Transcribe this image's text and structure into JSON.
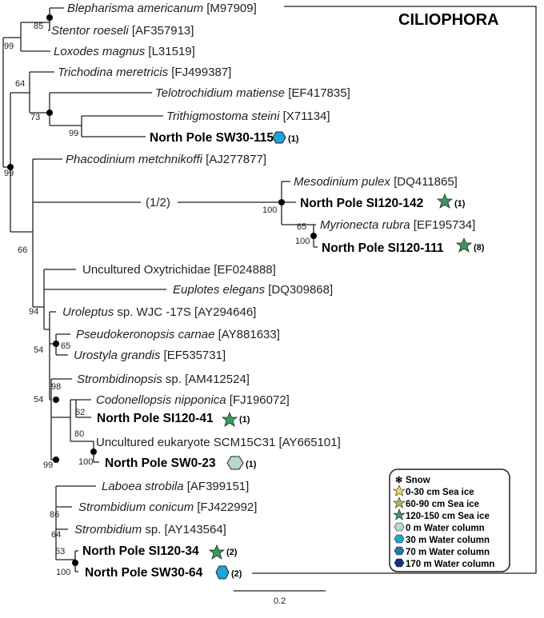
{
  "title": "CILIOPHORA",
  "scale_label": "0.2",
  "branch_break_label": "(1/2)",
  "colors": {
    "snow": "#000000",
    "ice_0_30": "#f4e04d",
    "ice_60_90": "#9fc64d",
    "ice_120_150": "#3a9a5b",
    "water_0": "#b8d8cf",
    "water_30": "#1aa7d8",
    "water_70": "#1f78b4",
    "water_170": "#1a2f7a"
  },
  "taxa": [
    {
      "genus": "Blepharisma americanum",
      "rest": " [M97909]"
    },
    {
      "genus": "Stentor roeseli",
      "rest": " [AF357913]"
    },
    {
      "genus": "Loxodes magnus",
      "rest": " [L31519]"
    },
    {
      "genus": "Trichodina meretricis",
      "rest": " [FJ499387]"
    },
    {
      "genus": "Telotrochidium matiense",
      "rest": " [EF417835]"
    },
    {
      "genus": "Trithigmostoma steini",
      "rest": " [X71134]"
    },
    {
      "bold": "North Pole SW30-115",
      "count": "(1)",
      "symbol": "water_30"
    },
    {
      "genus": "Phacodinium metchnikoffi",
      "rest": " [AJ277877]"
    },
    {
      "genus": "Mesodinium pulex",
      "rest": " [DQ411865]"
    },
    {
      "bold": "North Pole SI120-142",
      "count": "(1)",
      "symbol": "ice_120_150"
    },
    {
      "genus": "Myrionecta rubra",
      "rest": " [EF195734]"
    },
    {
      "bold": "North Pole SI120-111",
      "count": "(8)",
      "symbol": "ice_120_150"
    },
    {
      "plain": "Uncultured Oxytrichidae [EF024888]"
    },
    {
      "genus": "Euplotes elegans",
      "rest": " [DQ309868]"
    },
    {
      "genus": "Uroleptus",
      "rest": " sp. WJC -17S [AY294646]"
    },
    {
      "genus": "Pseudokeronopsis carnae",
      "rest": " [AY881633]"
    },
    {
      "genus": "Urostyla grandis",
      "rest": " [EF535731]"
    },
    {
      "genus": "Strombidinopsis",
      "rest": " sp. [AM412524]"
    },
    {
      "genus": "Codonellopsis nipponica",
      "rest": " [FJ196072]"
    },
    {
      "bold": "North Pole SI120-41",
      "count": "(1)",
      "symbol": "ice_120_150"
    },
    {
      "plain": "Uncultured eukaryote SCM15C31 [AY665101]"
    },
    {
      "bold": "North Pole SW0-23",
      "count": "(1)",
      "symbol": "water_0"
    },
    {
      "genus": "Laboea strobila",
      "rest": " [AF399151]"
    },
    {
      "genus": "Strombidium conicum",
      "rest": " [FJ422992]"
    },
    {
      "genus": "Strombidium",
      "rest": " sp. [AY143564]"
    },
    {
      "bold": "North Pole SI120-34",
      "count": "(2)",
      "symbol": "ice_120_150"
    },
    {
      "bold": "North Pole SW30-64",
      "count": "(2)",
      "symbol": "water_30"
    }
  ],
  "supports": [
    "85",
    "99",
    "64",
    "73",
    "99",
    "99",
    "66",
    "100",
    "65",
    "100",
    "94",
    "54",
    "65",
    "54",
    "98",
    "62",
    "80",
    "99",
    "100",
    "86",
    "64",
    "53",
    "100"
  ],
  "legend": [
    {
      "label": "Snow",
      "symbol": "snow"
    },
    {
      "label": "0-30 cm Sea ice",
      "symbol": "ice_0_30"
    },
    {
      "label": "60-90 cm Sea ice",
      "symbol": "ice_60_90"
    },
    {
      "label": "120-150 cm Sea ice",
      "symbol": "ice_120_150"
    },
    {
      "label": "0 m Water column",
      "symbol": "water_0"
    },
    {
      "label": "30 m Water column",
      "symbol": "water_30"
    },
    {
      "label": "70 m Water column",
      "symbol": "water_70"
    },
    {
      "label": "170 m Water column",
      "symbol": "water_170"
    }
  ]
}
